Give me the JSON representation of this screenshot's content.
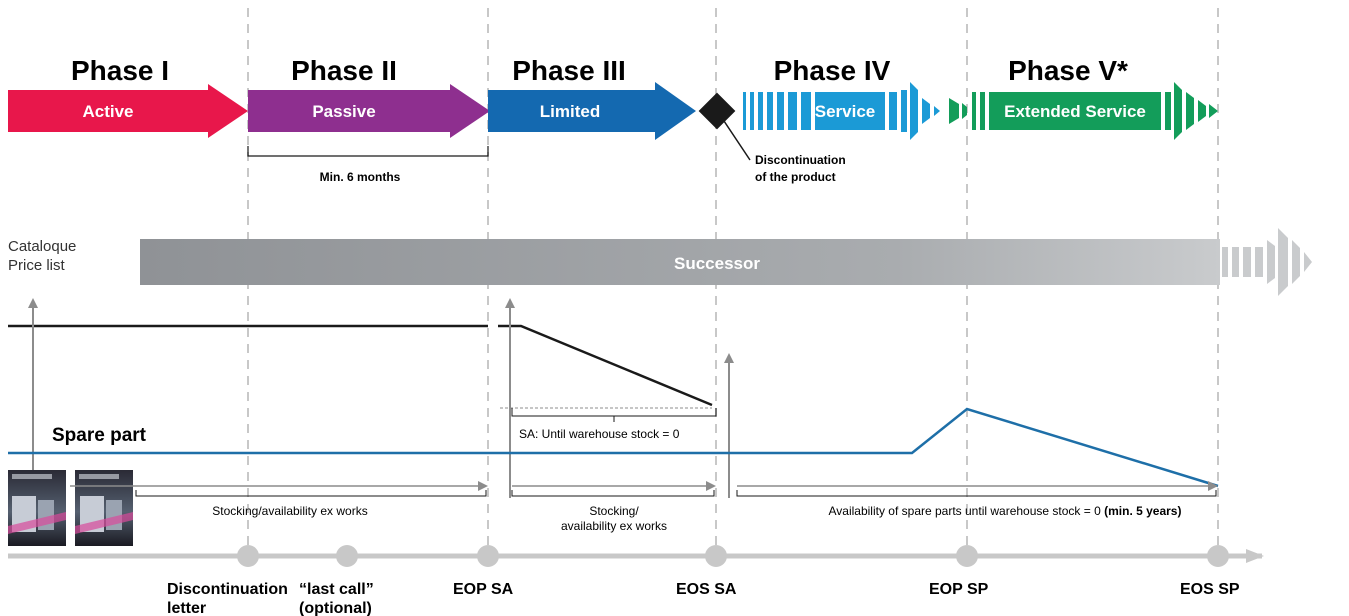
{
  "phases": [
    {
      "title": "Phase I",
      "label": "Active",
      "color": "#e8174b"
    },
    {
      "title": "Phase II",
      "label": "Passive",
      "color": "#8e2f8f"
    },
    {
      "title": "Phase III",
      "label": "Limited",
      "color": "#1469b0"
    },
    {
      "title": "Phase IV",
      "label": "Service",
      "color": "#1b9ad6"
    },
    {
      "title": "Phase V*",
      "label": "Extended Service",
      "color": "#139d5a"
    }
  ],
  "annotations": {
    "min_duration": "Min. 6 months",
    "discontinuation_line1": "Discontinuation",
    "discontinuation_line2": "of the product"
  },
  "catalogue": {
    "line1": "Cataloque",
    "line2": "Price list",
    "successor_label": "Successor"
  },
  "spare_part_label": "Spare part",
  "notes": {
    "stocking_ex_works": "Stocking/availability ex works",
    "sa_until_stock": "SA: Until warehouse stock = 0",
    "stocking_line1": "Stocking/",
    "stocking_line2": "availability ex works",
    "spare_availability": "Availability of spare parts until warehouse stock = 0",
    "spare_availability_bold": "(min. 5 years)"
  },
  "milestones": [
    {
      "line1": "Discontinuation",
      "line2": "letter"
    },
    {
      "line1": "“last call”",
      "line2": "(optional)"
    },
    {
      "line1": "EOP SA",
      "line2": ""
    },
    {
      "line1": "EOS SA",
      "line2": ""
    },
    {
      "line1": "EOP SP",
      "line2": ""
    },
    {
      "line1": "EOS SP",
      "line2": ""
    }
  ],
  "colors": {
    "dashed": "#c8c8c8",
    "timeline": "#c8c8c8",
    "product_line": "#1a1a1a",
    "spare_line": "#1e6fa8",
    "arrow_gray": "#8c8c8c",
    "successor_bar": "#8f9296"
  },
  "icons": [
    "catalogue-thumbnail",
    "catalogue-thumbnail"
  ]
}
